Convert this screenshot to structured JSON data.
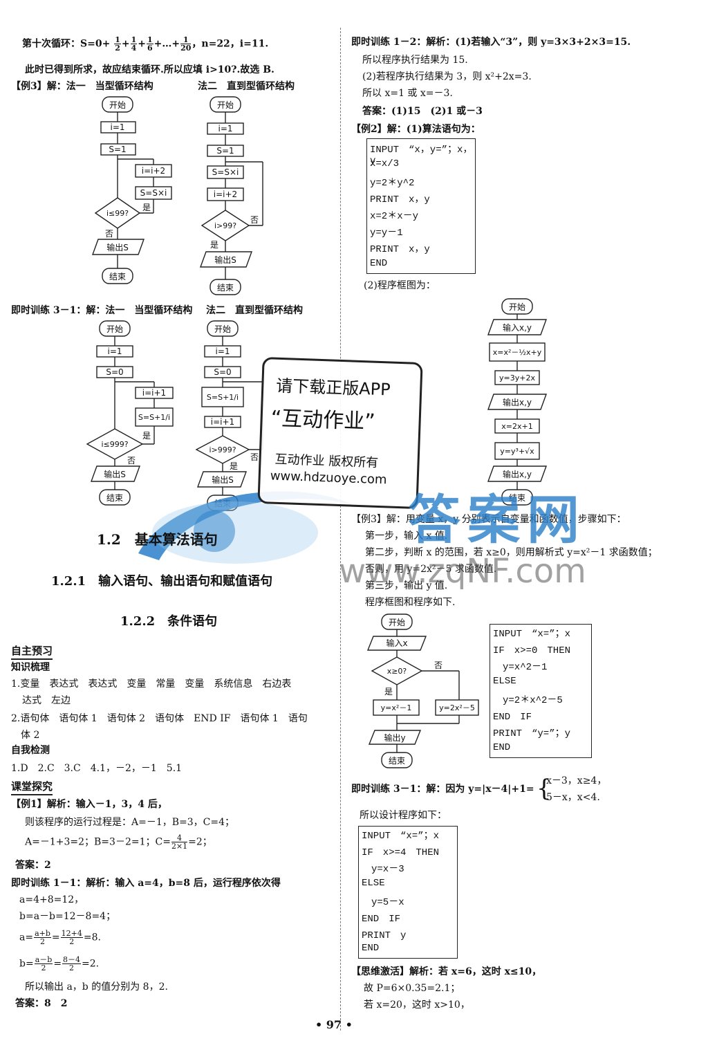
{
  "page_number": "• 97 •",
  "left": {
    "loop10_prefix": "第十次循环：S=0+",
    "loop10_suffix": "+…+",
    "loop10_tail": "，n=22，i=11.",
    "fractions": {
      "half": [
        "1",
        "2"
      ],
      "quarter": [
        "1",
        "4"
      ],
      "sixth": [
        "1",
        "6"
      ],
      "twentieth": [
        "1",
        "20"
      ]
    },
    "loop10_end": "此时已得到所求，故应结束循环.所以应填 i>10?.故选 B.",
    "ex3_head": "【例3】解：法一　当型循环结构",
    "ex3_method2": "法二　直到型循环结构",
    "drill31_head": "即时训练 3－1：解：法一　当型循环结构",
    "drill31_method2": "法二　直到型循环结构",
    "h_12": "1.2　基本算法语句",
    "h_121": "1.2.1　输入语句、输出语句和赋值语句",
    "h_122": "1.2.2　条件语句",
    "sec_preview": "自主预习",
    "knowledge": "知识梳理",
    "k1a": "1.变量　表达式　表达式　变量　常量　变量　系统信息　右边表",
    "k1b": "达式　左边",
    "k2a": "2.语句体　语句体 1　语句体 2　语句体　END IF　语句体 1　语句",
    "k2b": "体 2",
    "selfcheck": "自我检测",
    "selfcheck_ans": "1.D　2.C　3.C　4.1，－2，－1　5.1",
    "sec_class": "课堂探究",
    "ex1_head": "【例1】解析：输入－1，3，4 后，",
    "ex1_l1": "则该程序的运行过程是：A=－1，B=3，C=4；",
    "ex1_l2": "A=－1+3=2；B=3－2=1；C=",
    "ex1_frac": [
      "4",
      "2×1"
    ],
    "ex1_l2b": "=2；",
    "ex1_ans": "答案：2",
    "d11_head": "即时训练 1－1：解析：输入 a=4，b=8 后，运行程序依次得",
    "d11_l1": "a=4+8=12，",
    "d11_l2": "b=a－b=12－8=4；",
    "d11_l3a": "a=",
    "d11_f1": [
      "a+b",
      "2"
    ],
    "d11_l3b": "=",
    "d11_f2": [
      "12+4",
      "2"
    ],
    "d11_l3c": "=8.",
    "d11_l4a": "b=",
    "d11_f3": [
      "a－b",
      "2"
    ],
    "d11_l4b": "=",
    "d11_f4": [
      "8－4",
      "2"
    ],
    "d11_l4c": "=2.",
    "d11_l5": "所以输出 a，b 的值分别为 8，2.",
    "d11_ans": "答案：8　2"
  },
  "right": {
    "d12_l1": "即时训练 1－2：解析：(1)若输入“3”，则 y=3×3+2×3=15.",
    "d12_l2": "所以程序执行结果为 15.",
    "d12_l3": "(2)若程序执行结果为 3，则 x²+2x=3.",
    "d12_l4": "所以 x=1 或 x=－3.",
    "d12_ans": "答案：(1)15　(2)1 或－3",
    "ex2_head": "【例2】解：(1)算法语句为：",
    "ex2_code": [
      "INPUT　“x，y=”；x，y",
      "x=x/3",
      "y=2＊y^2",
      "PRINT　x，y",
      "x=2＊x－y",
      "y=y－1",
      "PRINT　x，y",
      "END"
    ],
    "ex2_sub": "(2)程序框图为：",
    "ex3b_head": "【例3】解：用变量 x，y 分别表示自变量和函数值，步骤如下：",
    "ex3b_s1": "第一步，输入 x 值.",
    "ex3b_s2": "第二步，判断 x 的范围，若 x≥0，则用解析式 y=x²－1 求函数值；",
    "ex3b_s2b": "否则，用 y=2x²－5 求函数值.",
    "ex3b_s3": "第三步，输出 y 值.",
    "ex3b_s4": "程序框图和程序如下.",
    "ex3b_code": [
      "INPUT　“x=”；x",
      "IF　x>=0　THEN",
      "　y=x^2－1",
      "ELSE",
      "　y=2＊x^2－5",
      "END　IF",
      "PRINT　“y=”；y",
      "END"
    ],
    "d31_head": "即时训练 3－1：解：因为 y=|x－4|+1=",
    "d31_case1": "x－3，x≥4，",
    "d31_case2": "5－x，x<4.",
    "d31_sub": "所以设计程序如下：",
    "d31_code": [
      "INPUT　“x=”；x",
      "IF　x>=4　THEN",
      "　y=x－3",
      "ELSE",
      "　y=5－x",
      "END　IF",
      "PRINT　y",
      "END"
    ],
    "think_l1": "【思维激活】解析：若 x=6，这时 x≤10，",
    "think_l2": "故 P=6×0.35=2.1；",
    "think_l3": "若 x=20，这时 x>10，"
  },
  "flow": {
    "start": "开始",
    "end": "结束",
    "yes": "是",
    "no": "否",
    "i1": "i=1",
    "s1": "S=1",
    "s0": "S=0",
    "ii2": "i=i+2",
    "ii1": "i=i+1",
    "ssi": "S=S×i",
    "c99": "i≤99?",
    "c99b": "i>99?",
    "outS": "输出S",
    "c999": "i≤999?",
    "c999b": "i>999?",
    "ssfrac": "S=S+1/i",
    "inxy": "输入x,y",
    "f1": "x=x²－½x+y",
    "f2": "y=3y+2x",
    "outxy": "输出x,y",
    "f3": "x=2x+1",
    "f4": "y=y³+√x",
    "inx": "输入x",
    "cx": "x≥0?",
    "ya": "y=x²－1",
    "yb": "y=2x²－5",
    "outy": "输出y"
  },
  "watermark": {
    "stamp_l1": "请下载正版APP",
    "stamp_l2": "“互动作业”",
    "stamp_l3": "互动作业 版权所有",
    "stamp_l4": "www.hdzuoye.com",
    "brand": "答案网",
    "brand_url": "www.zqNF.com"
  },
  "colors": {
    "watermark_blue": "#2a7fc9",
    "watermark_light": "#9cc9ec",
    "ink": "#111111"
  }
}
